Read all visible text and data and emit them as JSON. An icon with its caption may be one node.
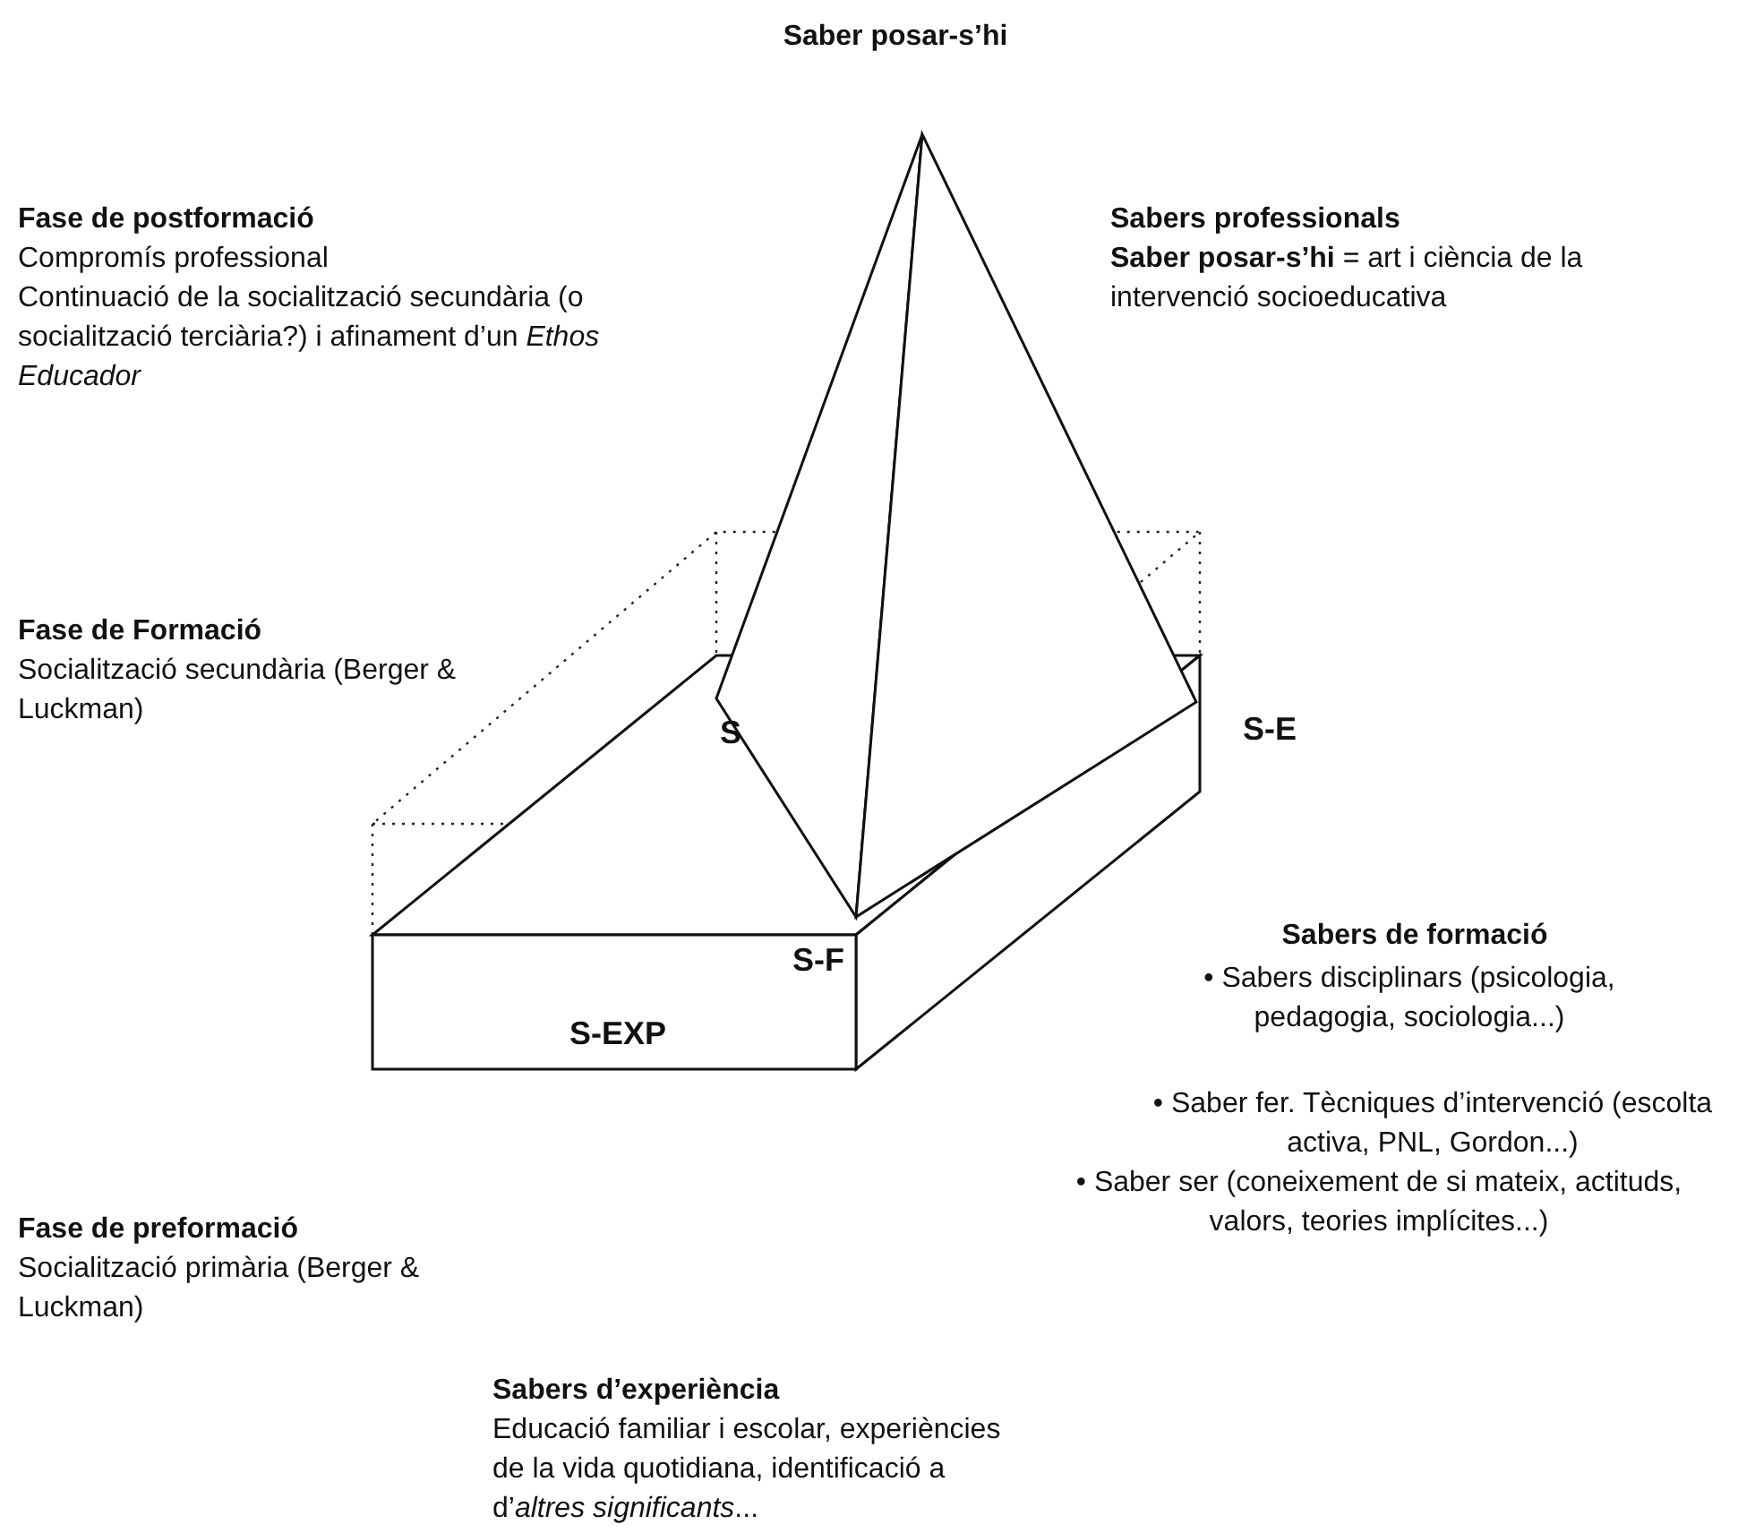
{
  "diagram": {
    "labels": [
      "Saber posar-s’hi",
      "Fase de postformació",
      "Compromís professional",
      "Continuació de la socialització secundària (o socialització terciària?) i afinament d’un *Ethos Educador*",
      "Sabers professionals",
      "**Saber posar-s’hi** = art i ciència de la intervenció socioeducativa",
      "Fase de Formació",
      "Socialització secundària (Berger & Luckman)",
      "S",
      "S-E",
      "S-F",
      "Sabers de formació",
      "• Sabers disciplinars (psicologia, pedagogia, sociologia...)",
      "S-EXP",
      "• Saber fer. Tècniques d’intervenció (escolta activa, PNL, Gordon...)",
      "Fase de preformació",
      "Socialització primària (Berger & Luckman)",
      "• Saber ser (coneixement de si mateix, actituds, valors, teories implícites...)",
      "Sabers d’experiència",
      "Educació familiar i escolar, experiències de la vida quotidiana, identificació a d’*altres significants*..."
    ]
  }
}
